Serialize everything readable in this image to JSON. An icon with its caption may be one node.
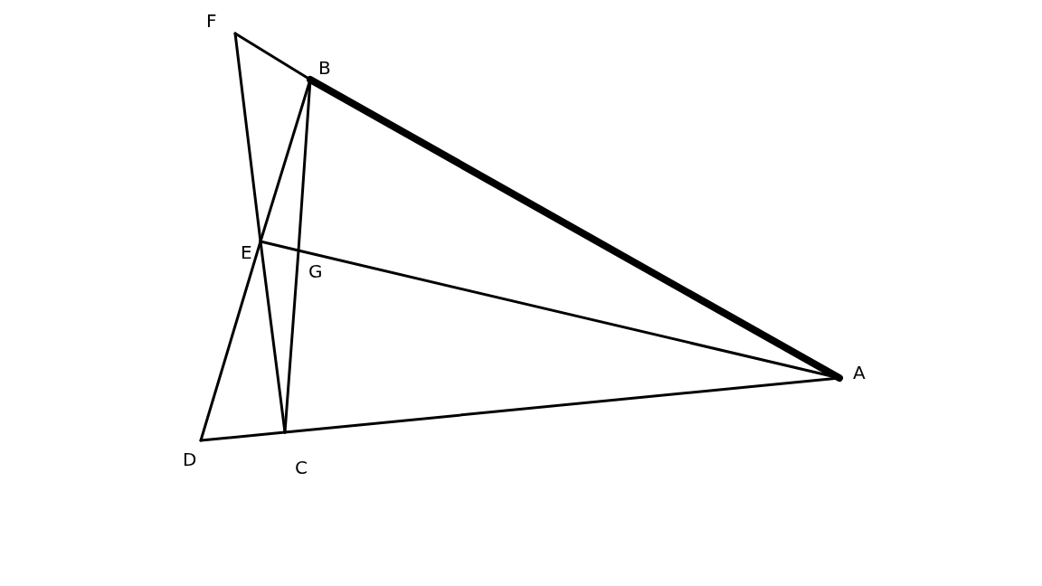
{
  "diagram": {
    "nodes": [
      {
        "text": [
          "F"
        ]
      },
      {
        "text": [
          "B"
        ]
      },
      {
        "text": [
          "E"
        ]
      },
      {
        "text": [
          "G"
        ]
      },
      {
        "text": [
          "A"
        ]
      },
      {
        "text": [
          "D"
        ]
      },
      {
        "text": [
          "C"
        ]
      }
    ],
    "edges": [
      {
        "from": 0,
        "to": 1,
        "arrow": "none"
      },
      {
        "from": 1,
        "to": 4,
        "arrow": "none",
        "style": "thick"
      },
      {
        "from": 0,
        "to": 2,
        "arrow": "none"
      },
      {
        "from": 2,
        "to": 6,
        "arrow": "none"
      },
      {
        "from": 1,
        "to": 2,
        "arrow": "none"
      },
      {
        "from": 2,
        "to": 5,
        "arrow": "none"
      },
      {
        "from": 1,
        "to": 3,
        "arrow": "none"
      },
      {
        "from": 3,
        "to": 6,
        "arrow": "none"
      },
      {
        "from": 2,
        "to": 3,
        "arrow": "none"
      },
      {
        "from": 3,
        "to": 4,
        "arrow": "none"
      },
      {
        "from": 5,
        "to": 6,
        "arrow": "none"
      },
      {
        "from": 6,
        "to": 4,
        "arrow": "none"
      }
    ]
  }
}
